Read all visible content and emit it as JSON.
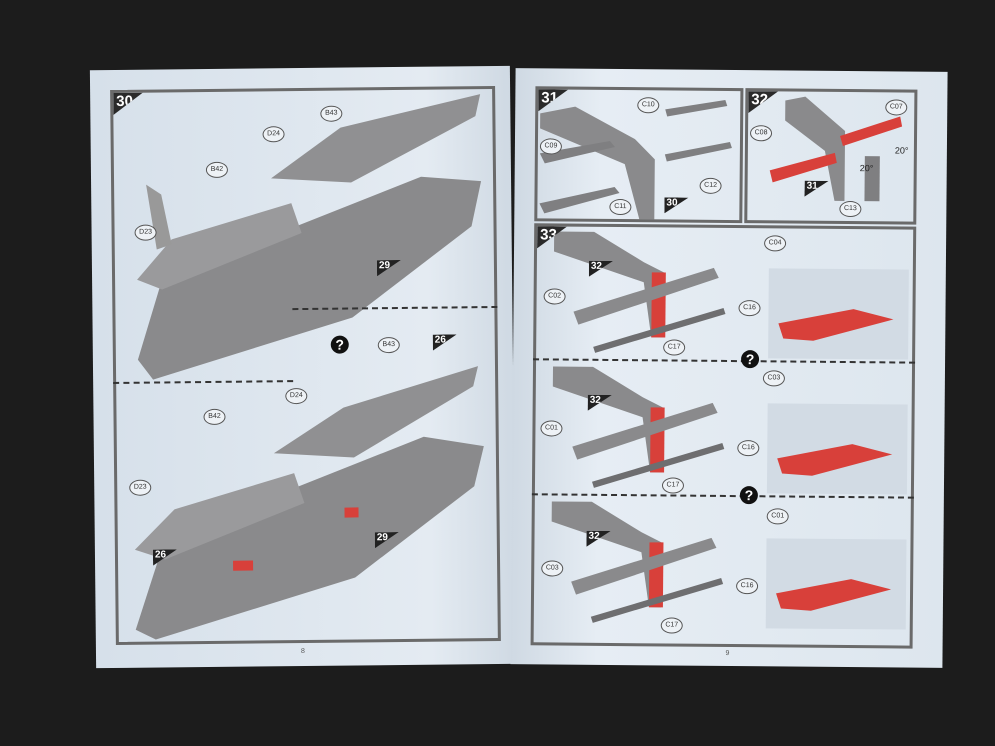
{
  "left_page": {
    "page_number": "8",
    "step": "30",
    "upper": {
      "callouts": [
        "B43",
        "D24",
        "B42",
        "D23"
      ],
      "refs": [
        "29"
      ]
    },
    "lower": {
      "callouts": [
        "B43",
        "D24",
        "B42",
        "D23"
      ],
      "refs": [
        "26",
        "26",
        "29"
      ]
    },
    "question_icon": "?"
  },
  "right_page": {
    "page_number": "9",
    "step31": {
      "step": "31",
      "callouts": [
        "C10",
        "C09",
        "C12",
        "C11"
      ],
      "ref": "30"
    },
    "step32": {
      "step": "32",
      "callouts": [
        "C07",
        "C08",
        "C13"
      ],
      "angles": [
        "20°",
        "20°"
      ],
      "ref": "31"
    },
    "step33": {
      "step": "33",
      "row1": {
        "ref": "32",
        "callouts": [
          "C04",
          "C16",
          "C02",
          "C17"
        ]
      },
      "row2": {
        "ref": "32",
        "callouts": [
          "C03",
          "C01",
          "C16",
          "C17"
        ]
      },
      "row3": {
        "ref": "32",
        "callouts": [
          "C01",
          "C03",
          "C16",
          "C17"
        ]
      }
    },
    "question_icon": "?"
  },
  "colors": {
    "part_gray": "#8a8a8c",
    "highlight_red": "#d8403a",
    "paper": "#dde6ee",
    "background": "#1c1c1c"
  }
}
